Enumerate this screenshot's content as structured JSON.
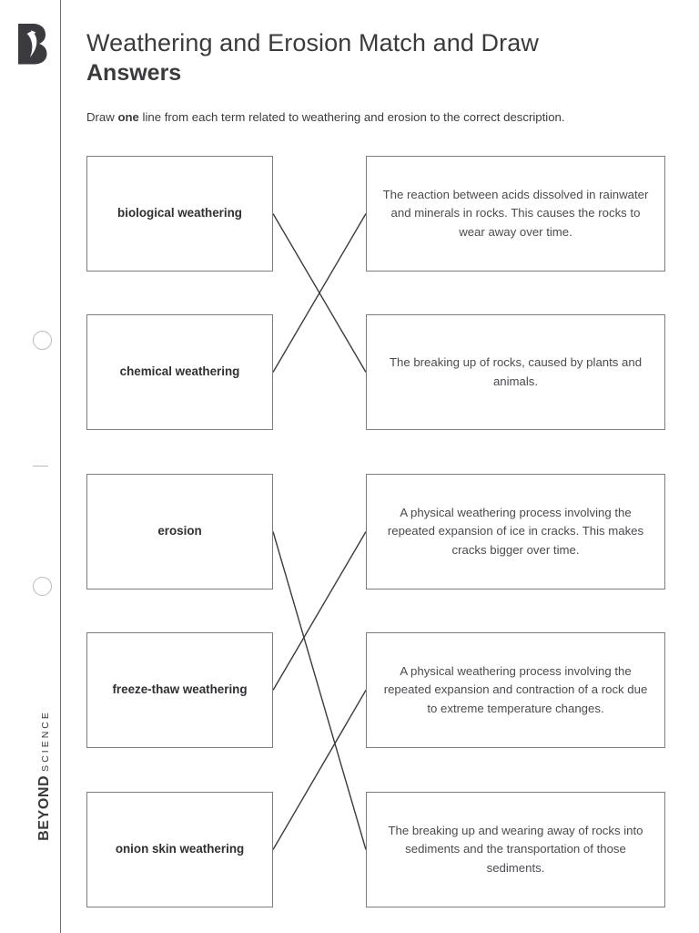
{
  "brand": {
    "logo_icon": "beyond-b-logo-icon",
    "name_bold": "BEYOND",
    "name_light": "SCIENCE"
  },
  "header": {
    "title": "Weathering and Erosion Match and Draw",
    "subtitle": "Answers",
    "instructions_before": "Draw ",
    "instructions_emphasis": "one",
    "instructions_after": " line from each term related to weathering and erosion to the correct description."
  },
  "match": {
    "terms": [
      {
        "label": "biological weathering"
      },
      {
        "label": "chemical weathering"
      },
      {
        "label": "erosion"
      },
      {
        "label": "freeze-thaw weathering"
      },
      {
        "label": "onion skin weathering"
      }
    ],
    "descriptions": [
      {
        "label": "The reaction between acids dissolved in rainwater and minerals in rocks. This causes the rocks to wear away over time."
      },
      {
        "label": "The breaking up of rocks, caused by plants and animals."
      },
      {
        "label": "A physical weathering process involving the repeated expansion of ice in cracks. This makes cracks bigger over time."
      },
      {
        "label": "A physical weathering process involving the repeated expansion and contraction of a rock due to extreme temperature changes."
      },
      {
        "label": "The breaking up and wearing away of rocks into sediments and the transportation of those sediments."
      }
    ],
    "connections": [
      {
        "from_term": 0,
        "to_description": 1
      },
      {
        "from_term": 1,
        "to_description": 0
      },
      {
        "from_term": 2,
        "to_description": 4
      },
      {
        "from_term": 3,
        "to_description": 2
      },
      {
        "from_term": 4,
        "to_description": 3
      }
    ],
    "line_color": "#3b3b3f"
  },
  "margin_marks": {
    "circle_top": "punch-hole-icon",
    "dash": "margin-dash-icon",
    "circle_bottom": "punch-hole-icon"
  }
}
